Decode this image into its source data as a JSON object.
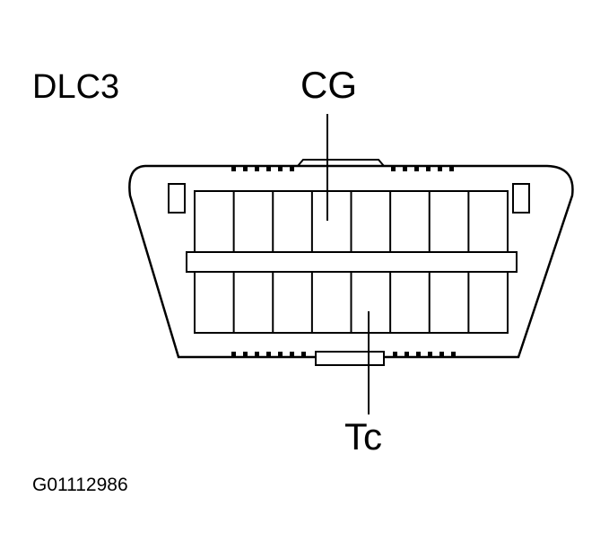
{
  "diagram": {
    "title": "DLC3",
    "pin_labels": {
      "top": "CG",
      "bottom": "Tc"
    },
    "figure_id": "G01112986",
    "connector": {
      "rows": 2,
      "pins_per_row": 8,
      "highlighted_pins": [
        {
          "label": "CG",
          "row": "top",
          "column": 4
        },
        {
          "label": "Tc",
          "row": "bottom",
          "column": 5
        }
      ]
    },
    "colors": {
      "line": "#000000",
      "background": "#ffffff"
    }
  }
}
